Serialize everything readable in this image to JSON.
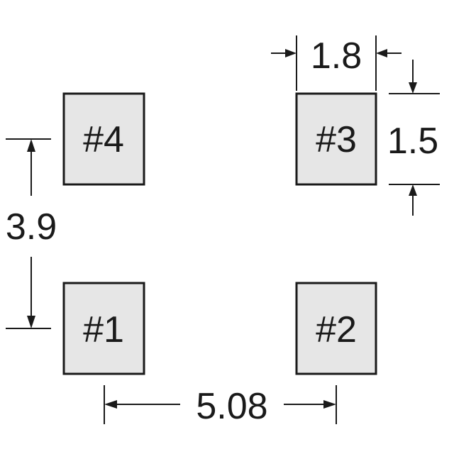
{
  "pads": {
    "pad1": "#1",
    "pad2": "#2",
    "pad3": "#3",
    "pad4": "#4"
  },
  "dimensions": {
    "pad_width": "1.8",
    "pad_height": "1.5",
    "vertical_pitch": "3.9",
    "horizontal_pitch": "5.08"
  }
}
